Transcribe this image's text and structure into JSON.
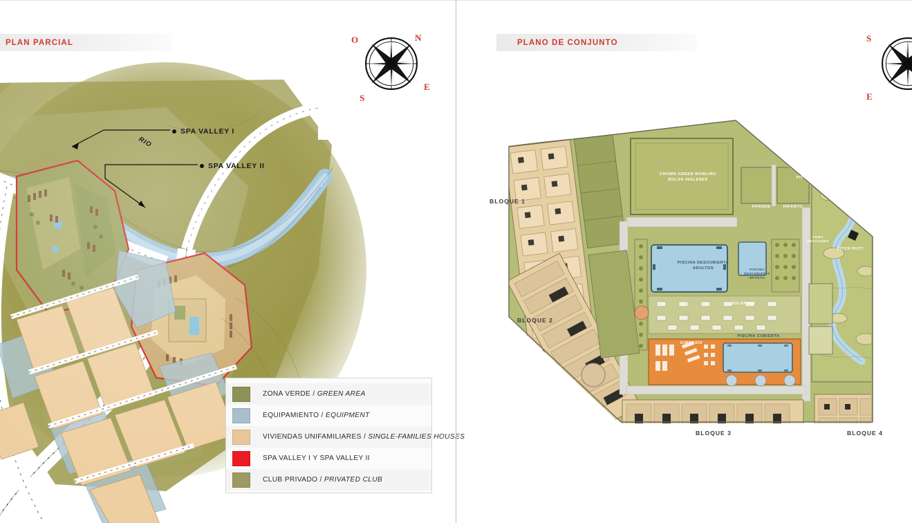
{
  "document": {
    "type": "architectural-brochure-spread",
    "page_count_visible": 2
  },
  "left_page": {
    "title": "PLAN PARCIAL",
    "compass": {
      "name": "compass-rose",
      "labels": {
        "north": "N",
        "east": "E",
        "south": "S",
        "west": "O"
      }
    },
    "map_callouts": [
      {
        "id": "spa-valley-1",
        "text": "SPA VALLEY I"
      },
      {
        "id": "spa-valley-2",
        "text": "SPA VALLEY II"
      }
    ],
    "river_label": "RIO",
    "legend": {
      "items": [
        {
          "color": "#8d9257",
          "es": "ZONA VERDE",
          "sep": " / ",
          "en": "GREEN AREA"
        },
        {
          "color": "#a8c0cd",
          "es": "EQUIPAMIENTO",
          "sep": " / ",
          "en": "EQUIPMENT"
        },
        {
          "color": "#e9c79a",
          "es": "VIVIENDAS UNIFAMILIARES",
          "sep": " / ",
          "en": "SINGLE-FAMILIES HOUSES"
        },
        {
          "color": "#ec1c24",
          "es": "SPA VALLEY I Y SPA VALLEY II",
          "sep": "",
          "en": ""
        },
        {
          "color": "#9a9a62",
          "es": "CLUB PRIVADO",
          "sep": " / ",
          "en": "PRIVATED CLUB"
        }
      ]
    },
    "map_colors": {
      "terrain_olive": "#8f8b33",
      "terrain_light_green": "#a9ab6b",
      "river_blue": "#9dc3dd",
      "parcel_tan": "#eecfa1",
      "equipment_blue": "#aac3cf",
      "spa_outline_red": "#cc2222",
      "road_white": "#ffffff"
    }
  },
  "right_page": {
    "title": "PLANO DE CONJUNTO",
    "compass": {
      "name": "compass-rose",
      "labels": {
        "south": "S",
        "east": "E"
      }
    },
    "block_labels": [
      {
        "id": "bloque-1",
        "text": "BLOQUE 1"
      },
      {
        "id": "bloque-2",
        "text": "BLOQUE 2"
      },
      {
        "id": "bloque-3",
        "text": "BLOQUE 3"
      },
      {
        "id": "bloque-4",
        "text": "BLOQUE 4"
      }
    ],
    "plan_labels": [
      {
        "id": "crown-green-bowling",
        "line1": "CROWN GREEN BOWLING",
        "line2": "BOLOS INGLESES"
      },
      {
        "id": "parque-infantil",
        "line1": "PARQUE",
        "line2": "INFANTIL"
      },
      {
        "id": "piscina-descubierta-adultos",
        "line1": "PISCINA DESCUBIERTA",
        "line2": "ADULTOS"
      },
      {
        "id": "piscina-descubierta-infantil",
        "line1": "PISCINA",
        "line2": "DESCUBIERTA",
        "line3": "INFANTIL"
      },
      {
        "id": "solarium",
        "line1": "SOLARIUM",
        "line2": ""
      },
      {
        "id": "gimnasio",
        "line1": "GIMNASIO",
        "line2": ""
      },
      {
        "id": "piscina-cubierta",
        "line1": "PISCINA CUBIERTA",
        "line2": ""
      },
      {
        "id": "pitch-putt-north",
        "line1": "PITCH PUTT",
        "line2": ""
      },
      {
        "id": "pitch-putt-south",
        "line1": "PITCH PUTT",
        "line2": ""
      },
      {
        "id": "zona-descanso",
        "line1": "ZONA",
        "line2": "DESCANSO"
      }
    ],
    "map_colors": {
      "lawn_green": "#b5bd76",
      "grass_mid": "#9aa45c",
      "building_tan": "#e7cfa4",
      "building_orange": "#e78b3c",
      "pool_blue": "#a9cfe2",
      "water_feature": "#b9d8e8",
      "path_grey": "#ddddd6",
      "outline": "#6b6b55"
    }
  }
}
